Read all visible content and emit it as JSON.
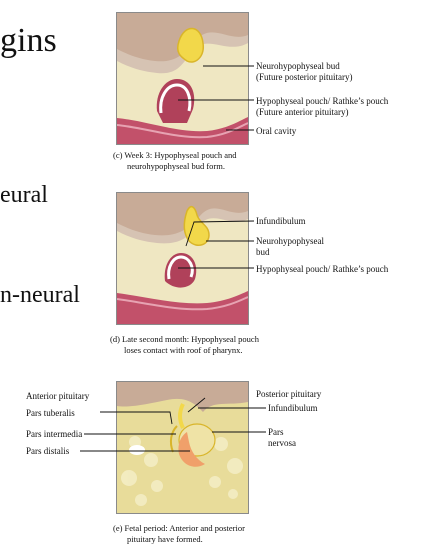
{
  "slide_words": {
    "w1": "gins",
    "w2": "eural",
    "w3": "n-neural"
  },
  "panel_c": {
    "labels": {
      "neuro_bud": "Neurohypophyseal bud",
      "neuro_bud_sub": "(Future posterior pituitary)",
      "pouch": "Hypophyseal pouch/ Rathke’s pouch",
      "pouch_sub": "(Future anterior pituitary)",
      "oral": "Oral cavity"
    },
    "caption_1": "(c) Week 3: Hypophyseal pouch and",
    "caption_2": "neurohypophyseal bud form."
  },
  "panel_d": {
    "labels": {
      "infundibulum": "Infundibulum",
      "neuro_bud_1": "Neurohypophyseal",
      "neuro_bud_2": "bud",
      "pouch": "Hypophyseal pouch/ Rathke’s pouch"
    },
    "caption_1": "(d) Late second month: Hypophyseal pouch",
    "caption_2": "loses contact with roof of pharynx."
  },
  "panel_e": {
    "labels": {
      "anterior": "Anterior pituitary",
      "tuberalis": "Pars tuberalis",
      "intermedia": "Pars intermedia",
      "distalis": "Pars distalis",
      "posterior": "Posterior pituitary",
      "infundibulum": "Infundibulum",
      "nervosa_1": "Pars",
      "nervosa_2": "nervosa"
    },
    "caption_1": "(e) Fetal period: Anterior and posterior",
    "caption_2": "pituitary have formed."
  }
}
